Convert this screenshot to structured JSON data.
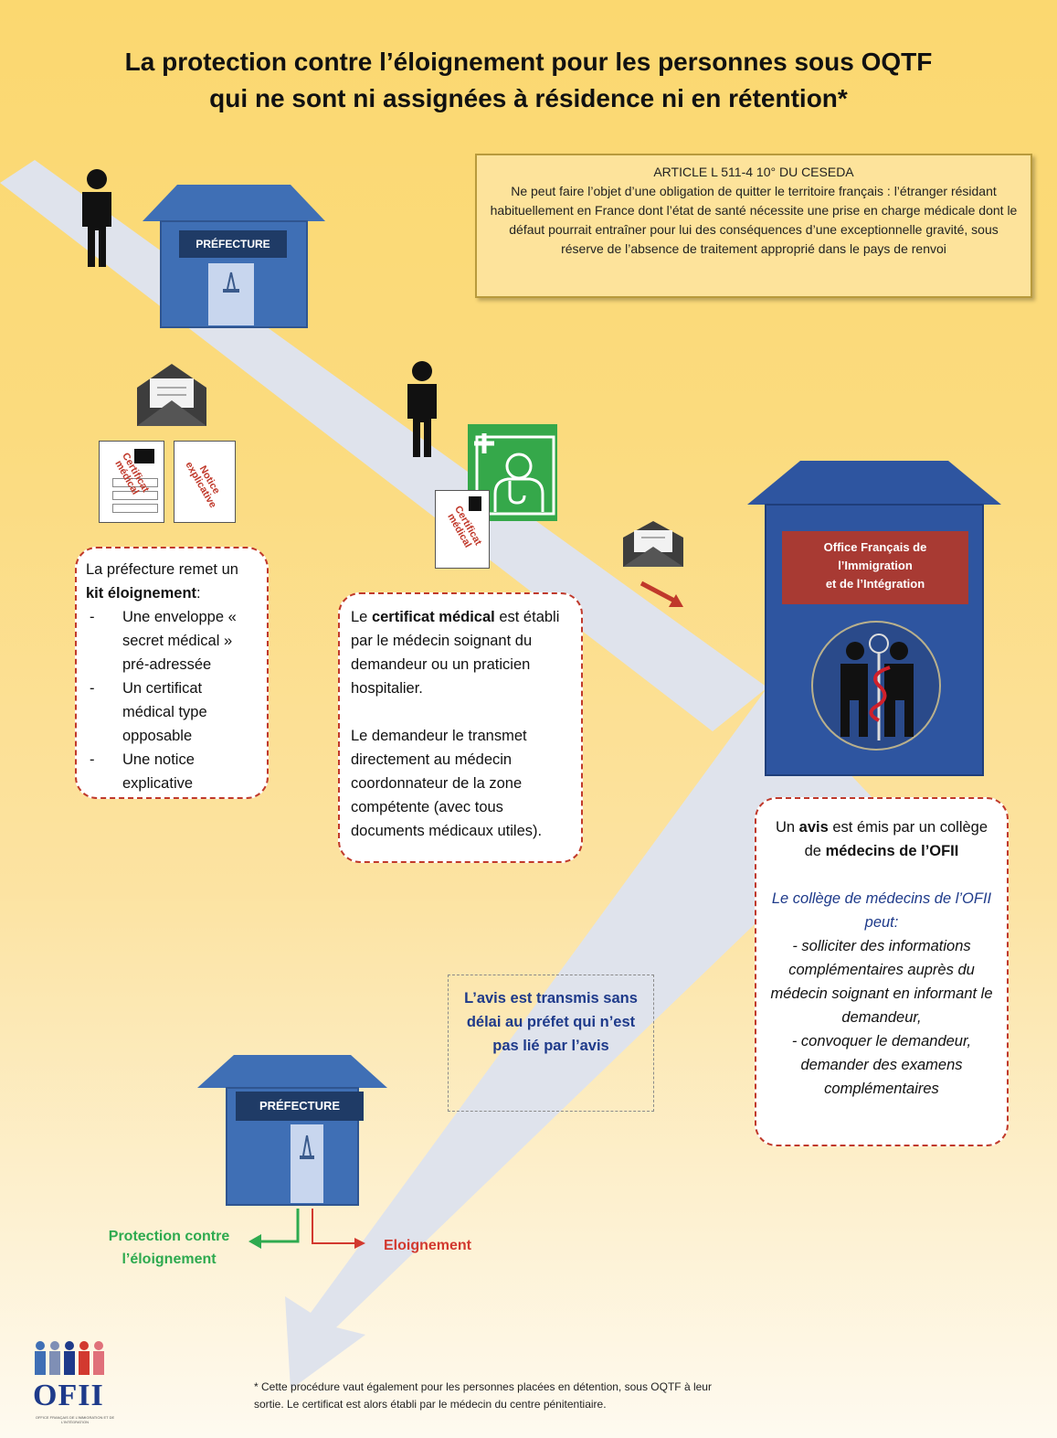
{
  "title": {
    "line1": "La protection contre l’éloignement pour les personnes sous OQTF",
    "line2": "qui ne sont ni assignées à résidence ni en rétention*"
  },
  "article": {
    "heading": "ARTICLE L 511-4 10° DU CESEDA",
    "text": "Ne peut faire l’objet d’une obligation de quitter le territoire français : l’étranger résidant habituellement en France dont l’état de santé nécessite une prise en charge médicale dont le défaut pourrait entraîner pour lui des conséquences d’une exceptionnelle gravité, sous réserve de l’absence de traitement approprié dans le pays de renvoi"
  },
  "prefecture_label": "PRÉFECTURE",
  "documents": {
    "certificat": "Certificat médical",
    "notice": "Notice explicative"
  },
  "kit": {
    "intro_1": "La préfecture remet un ",
    "intro_bold": "kit éloignement",
    "intro_2": ":",
    "items": [
      "Une enveloppe « secret médical » pré-adressée",
      "Un certificat médical type opposable",
      "Une notice explicative"
    ]
  },
  "certificat_box": {
    "p1_a": "Le ",
    "p1_bold": "certificat médical",
    "p1_b": " est établi par le médecin soignant du demandeur ou un praticien hospitalier.",
    "p2": "Le demandeur le transmet directement au médecin coordonnateur de la zone compétente (avec tous documents médicaux utiles)."
  },
  "ofii_building_label": {
    "line1": "Office Français de",
    "line2": "l’Immigration",
    "line3": "et de l’Intégration"
  },
  "avis_box": {
    "a1": "Un ",
    "a_bold1": "avis",
    "a2": " est émis par un collège de ",
    "a_bold2": "médecins de l’OFII",
    "college_title": "Le collège de médecins de l’OFII peut:",
    "college_items": [
      "- solliciter des informations complémentaires auprès du médecin soignant en informant le demandeur,",
      "- convoquer le demandeur, demander des examens complémentaires"
    ]
  },
  "transmis": "L’avis est transmis sans délai au préfet qui n’est pas lié par l’avis",
  "outcomes": {
    "protection": "Protection contre l’éloignement",
    "eloignement": "Eloignement"
  },
  "colors": {
    "protection": "#2eaa4f",
    "eloignement": "#d2392f",
    "building": "#3f6fb5",
    "ofii_building": "#2e55a0"
  },
  "footnote": "* Cette procédure vaut également pour les personnes placées en détention, sous OQTF à leur sortie. Le certificat est alors établi par le médecin du centre pénitentiaire.",
  "logo": {
    "text": "OFII",
    "subtitle": "OFFICE FRANÇAIS DE L’IMMIGRATION ET DE L’INTÉGRATION"
  }
}
